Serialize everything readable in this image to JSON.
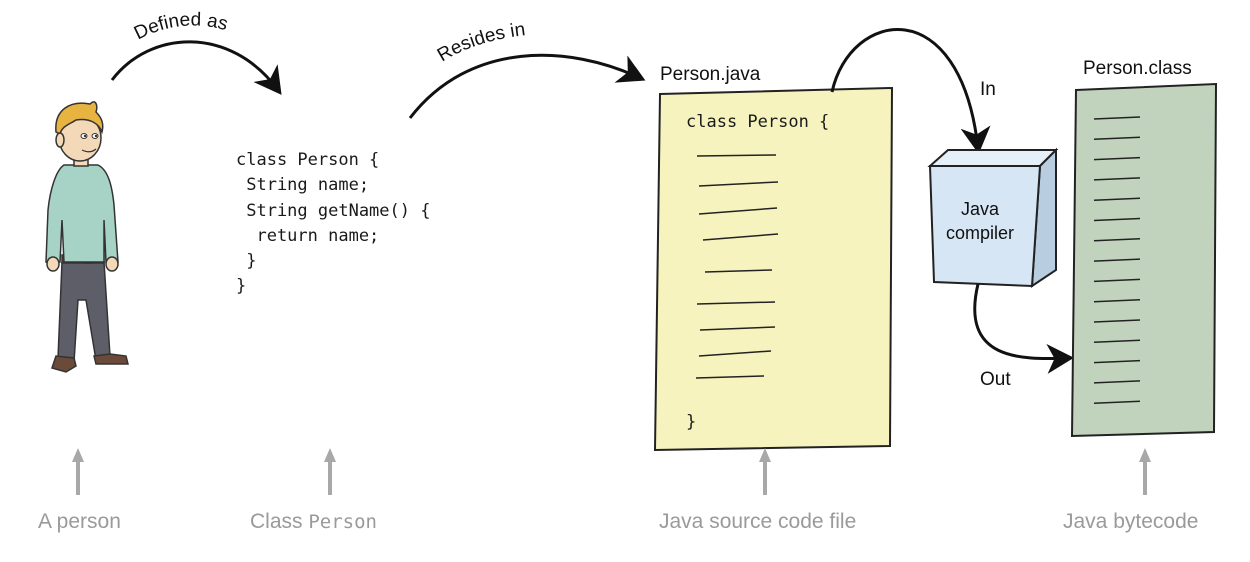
{
  "arrows": {
    "defined_as": "Defined as",
    "resides_in": "Resides in",
    "in": "In",
    "out": "Out"
  },
  "code": {
    "lines": [
      "class Person {",
      " String name;",
      " String getName() {",
      "  return name;",
      " }",
      "}"
    ]
  },
  "source_file": {
    "name": "Person.java",
    "first_line": "class Person {",
    "last_line": "}",
    "color": "#f7f3bf"
  },
  "compiler": {
    "line1": "Java",
    "line2": "compiler",
    "color": "#d6e6f4"
  },
  "class_file": {
    "name": "Person.class",
    "color": "#c1d3bd"
  },
  "captions": {
    "person": "A person",
    "class_prefix": "Class",
    "class_name": "Person",
    "source": "Java source code file",
    "bytecode": "Java bytecode"
  }
}
